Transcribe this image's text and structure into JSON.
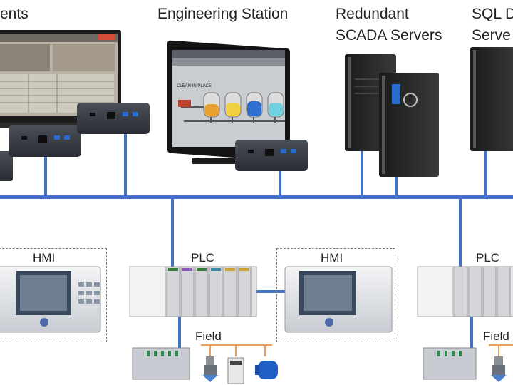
{
  "labels": {
    "clients": "ents",
    "engineering_station": "Engineering Station",
    "scada_line1": "Redundant",
    "scada_line2": "SCADA Servers",
    "sql_line1": "SQL D",
    "sql_line2": "Serve",
    "hmi_left": "HMI",
    "plc_left": "PLC",
    "hmi_middle": "HMI",
    "plc_right": "PLC",
    "field_left": "Field",
    "field_right": "Field",
    "screen_caption": "CLEAN IN PLACE"
  },
  "colors": {
    "network": "#4472c4",
    "field_wiring": "#e8a060",
    "tank1": "#e8a030",
    "tank2": "#f0d040",
    "tank3": "#3070d0",
    "tank4": "#70d0e0"
  }
}
